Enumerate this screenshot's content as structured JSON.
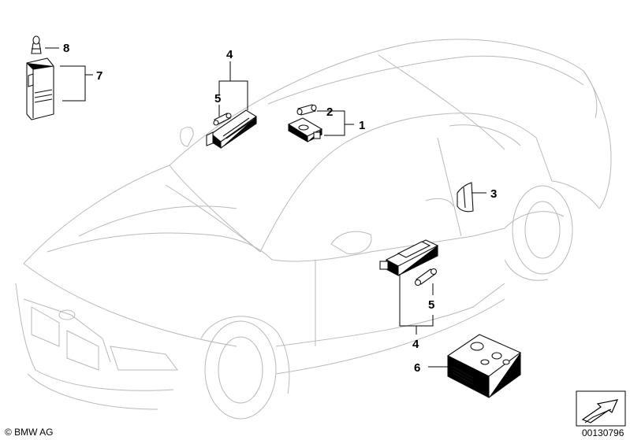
{
  "callouts": {
    "c1": "1",
    "c2": "2",
    "c3": "3",
    "c4_top": "4",
    "c4_bottom": "4",
    "c5_top": "5",
    "c5_bottom": "5",
    "c6": "6",
    "c7": "7",
    "c8": "8"
  },
  "footer": {
    "copyright": "© BMW AG",
    "diagram_number": "00130796"
  },
  "icons": {
    "navigation": "arrow-icon"
  }
}
